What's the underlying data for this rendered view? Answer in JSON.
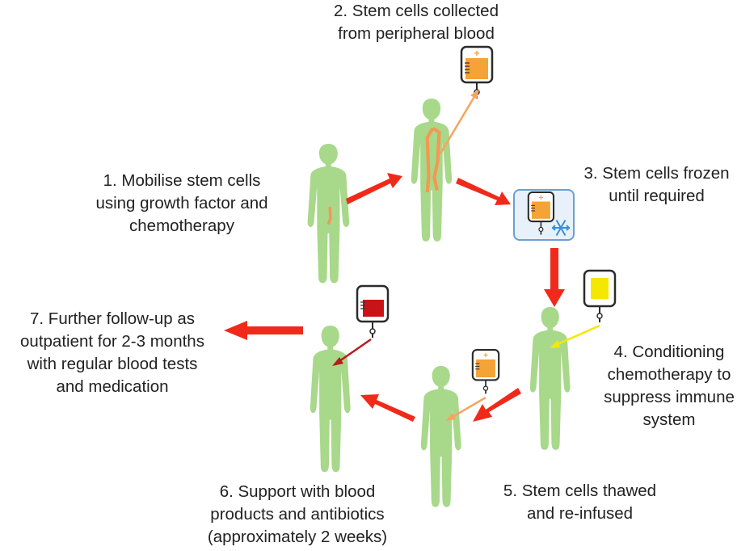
{
  "steps": {
    "step1": "1. Mobilise stem cells\nusing growth factor and\nchemotherapy",
    "step2": "2. Stem cells collected\nfrom peripheral blood",
    "step3": "3. Stem cells frozen\nuntil required",
    "step4": "4. Conditioning\nchemotherapy to\nsuppress immune\nsystem",
    "step5": "5. Stem cells thawed\nand re-infused",
    "step6": "6. Support with blood\nproducts and antibiotics\n(approximately 2 weeks)",
    "step7": "7. Further follow-up as\noutpatient for 2-3 months\nwith regular blood tests\nand medication"
  },
  "icons": {
    "figure": "human-figure-icon",
    "stem_bag": "stem-cell-bag-icon",
    "frozen": "snowflake-icon",
    "chemo_bag": "chemotherapy-bag-icon",
    "blood_bag": "blood-bag-icon",
    "arrow": "process-arrow"
  },
  "colors": {
    "figure": "#a8d88a",
    "process_arrow": "#f02a1a",
    "stem_cells": "#f5a236",
    "vessel": "#f09a55",
    "chemo": "#f5e800",
    "blood": "#c81418",
    "freezer_frame": "#6b9fd0",
    "snowflake": "#3a8fd8"
  }
}
